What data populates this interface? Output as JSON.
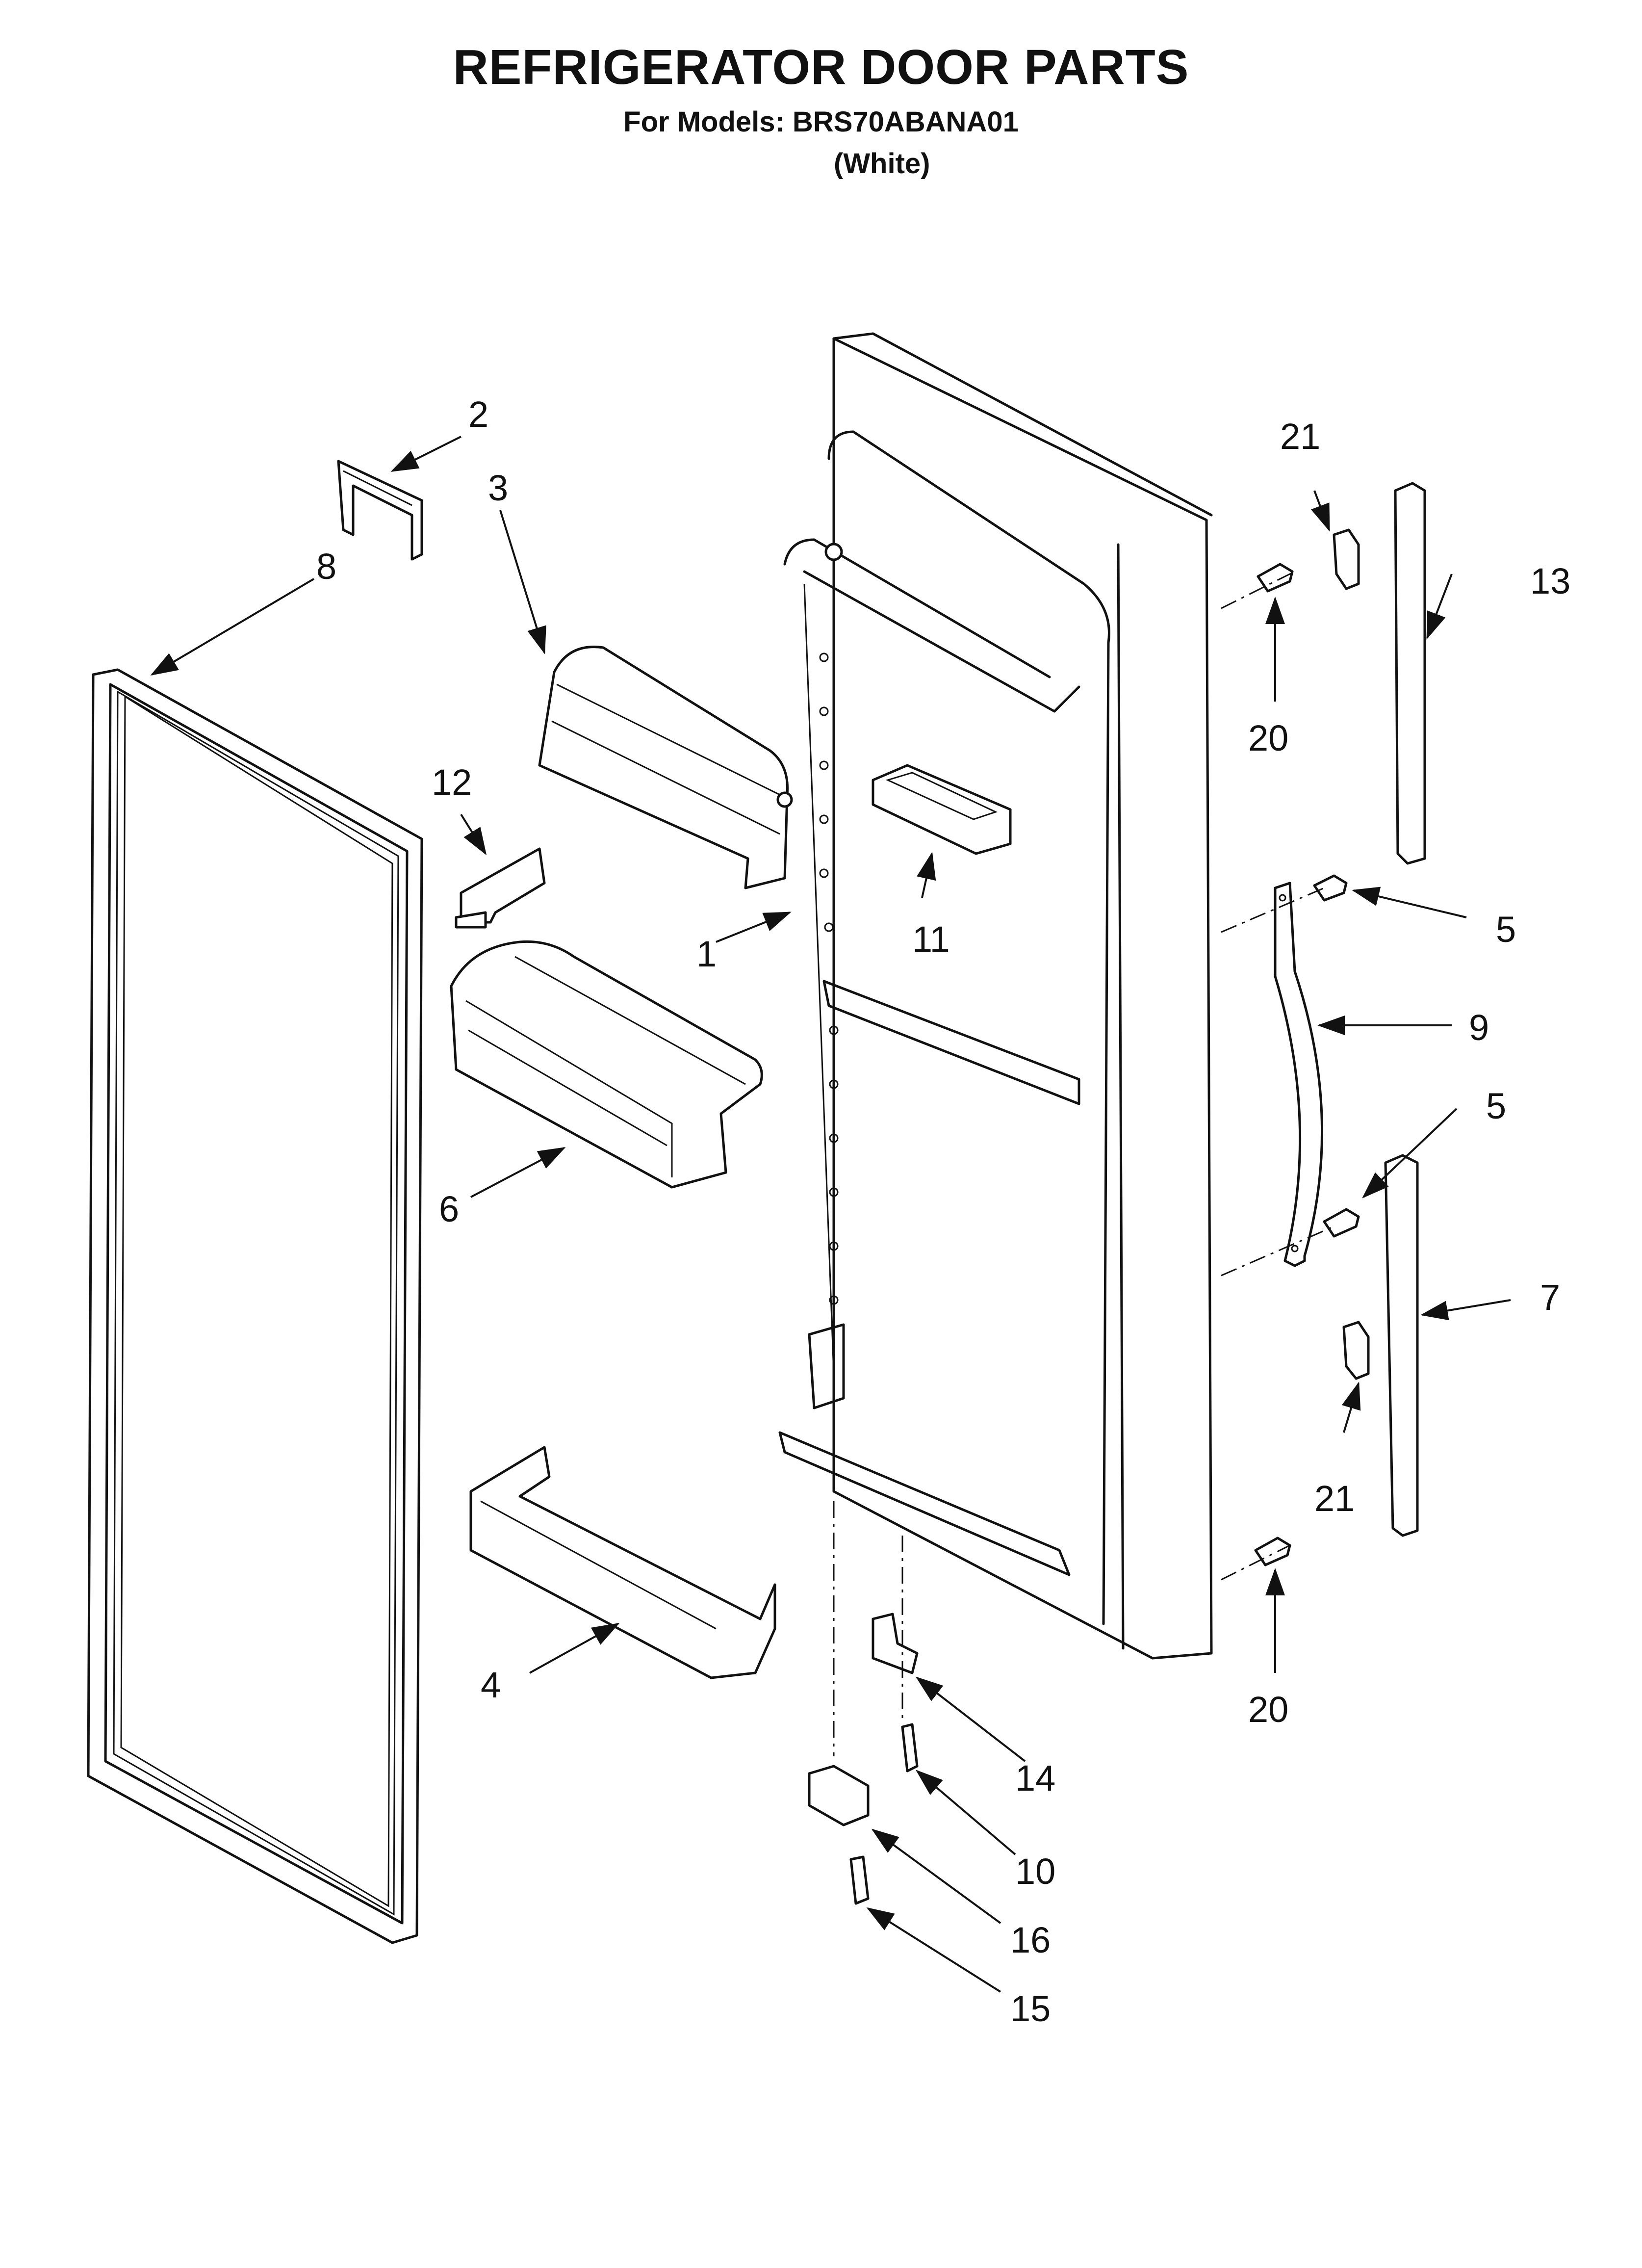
{
  "header": {
    "title": "REFRIGERATOR DOOR PARTS",
    "models": "For Models: BRS70ABANA01",
    "color": "(White)"
  },
  "callouts": [
    {
      "id": "c1",
      "text": "1"
    },
    {
      "id": "c2",
      "text": "2"
    },
    {
      "id": "c3",
      "text": "3"
    },
    {
      "id": "c4",
      "text": "4"
    },
    {
      "id": "c5a",
      "text": "5"
    },
    {
      "id": "c5b",
      "text": "5"
    },
    {
      "id": "c6",
      "text": "6"
    },
    {
      "id": "c7",
      "text": "7"
    },
    {
      "id": "c8",
      "text": "8"
    },
    {
      "id": "c9",
      "text": "9"
    },
    {
      "id": "c10",
      "text": "10"
    },
    {
      "id": "c11",
      "text": "11"
    },
    {
      "id": "c12",
      "text": "12"
    },
    {
      "id": "c13",
      "text": "13"
    },
    {
      "id": "c14",
      "text": "14"
    },
    {
      "id": "c15",
      "text": "15"
    },
    {
      "id": "c16",
      "text": "16"
    },
    {
      "id": "c20a",
      "text": "20"
    },
    {
      "id": "c20b",
      "text": "20"
    },
    {
      "id": "c21a",
      "text": "21"
    },
    {
      "id": "c21b",
      "text": "21"
    }
  ]
}
